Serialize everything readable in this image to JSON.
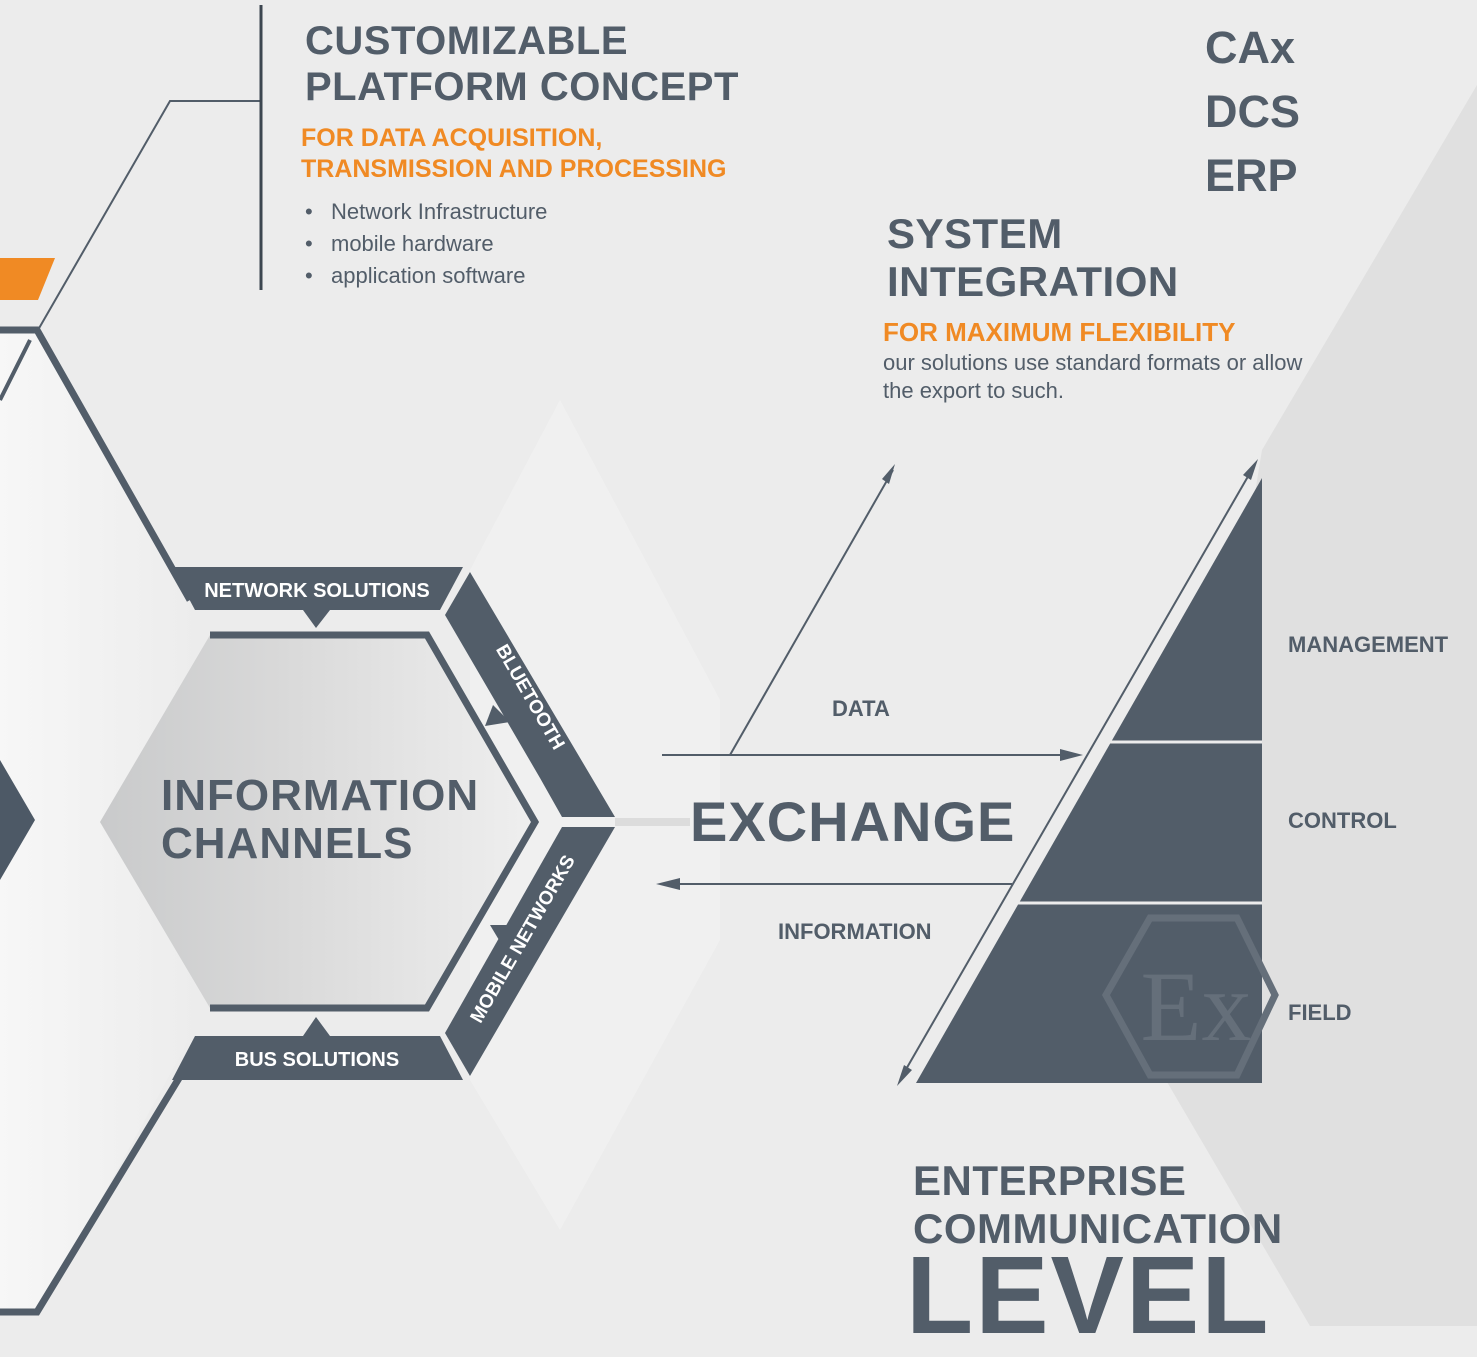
{
  "platform": {
    "title_line1": "CUSTOMIZABLE",
    "title_line2": "PLATFORM CONCEPT",
    "subtitle_line1": "FOR DATA ACQUISITION,",
    "subtitle_line2": "TRANSMISSION AND PROCESSING",
    "bullets": [
      "Network Infrastructure",
      "mobile hardware",
      "application software"
    ]
  },
  "system_integration": {
    "title_line1": "SYSTEM",
    "title_line2": "INTEGRATION",
    "subtitle": "FOR MAXIMUM FLEXIBILITY",
    "description": "our solutions use standard formats or allow the export to such."
  },
  "systems": [
    "CAx",
    "DCS",
    "ERP"
  ],
  "hexagon": {
    "title_line1": "INFORMATION",
    "title_line2": "CHANNELS",
    "channels": {
      "top": "NETWORK SOLUTIONS",
      "upper_right": "BLUETOOTH",
      "lower_right": "MOBILE NETWORKS",
      "bottom": "BUS SOLUTIONS"
    }
  },
  "exchange": {
    "title": "EXCHANGE",
    "data_label": "DATA",
    "information_label": "INFORMATION"
  },
  "pyramid": {
    "levels": [
      "MANAGEMENT",
      "CONTROL",
      "FIELD"
    ],
    "emblem": "Ex"
  },
  "enterprise": {
    "title_line1": "ENTERPRISE",
    "title_line2": "COMMUNICATION",
    "title_line3": "LEVEL"
  },
  "colors": {
    "dark": "#525d69",
    "orange": "#f08a24",
    "background": "#ececec"
  }
}
